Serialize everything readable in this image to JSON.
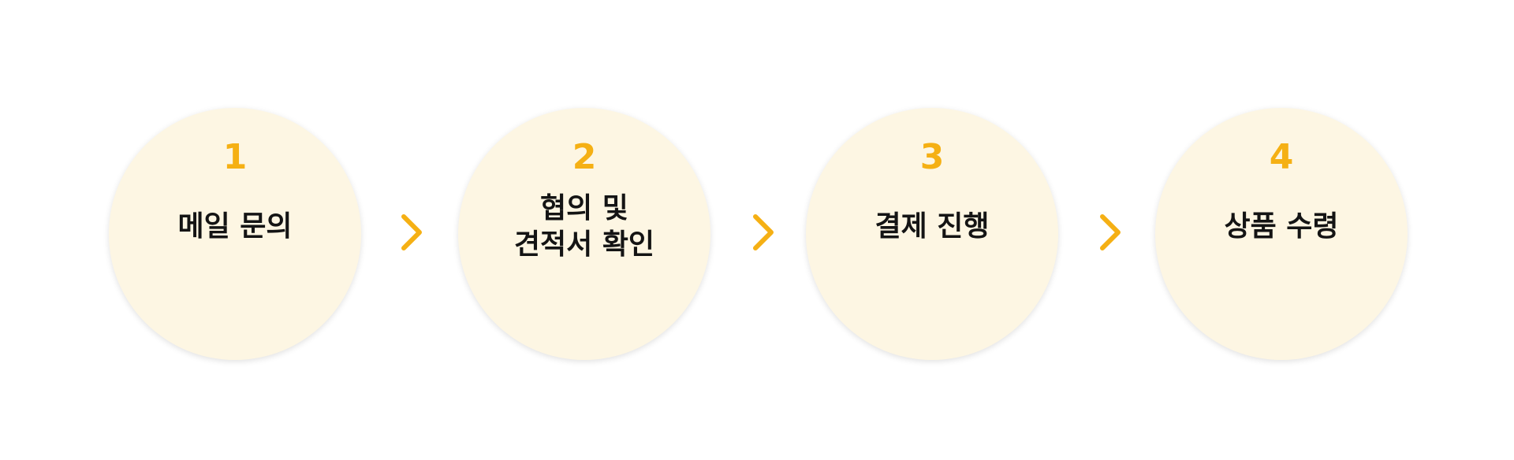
{
  "steps": [
    {
      "number": "1",
      "label": "메일 문의"
    },
    {
      "number": "2",
      "label": "협의 및\n견적서 확인"
    },
    {
      "number": "3",
      "label": "결제 진행"
    },
    {
      "number": "4",
      "label": "상품 수령"
    }
  ],
  "colors": {
    "accent": "#f5b014",
    "circle_fill": "#fdf6e3",
    "text": "#141414"
  },
  "icons": {
    "separator": "chevron-right-icon"
  }
}
